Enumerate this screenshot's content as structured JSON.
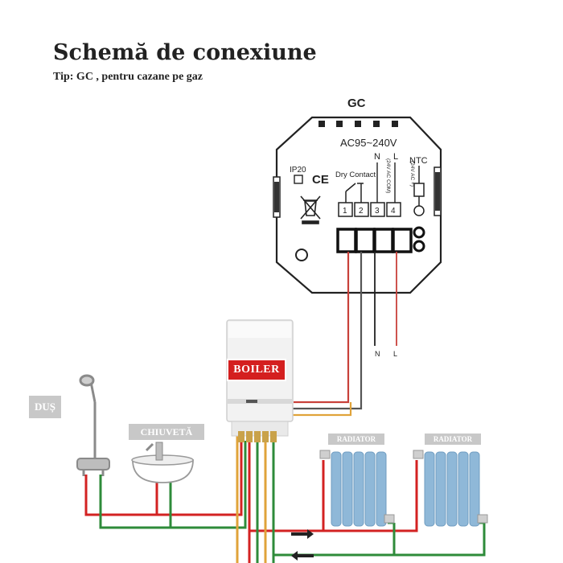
{
  "header": {
    "title": "Schemă de conexiune",
    "subtitle": "Tip: GC , pentru cazane pe gaz"
  },
  "thermostat": {
    "model_label": "GC",
    "voltage": "AC95~240V",
    "ip_rating": "IP20",
    "ce_mark": "CE",
    "dry_contact": "Dry Contact",
    "n_label": "N",
    "l_label": "L",
    "ntc_label": "NTC",
    "com_label": "(24V AC COM)",
    "plus_label": "(24V AC +)",
    "terminals": [
      "1",
      "2",
      "3",
      "4"
    ]
  },
  "wires": {
    "n_label": "N",
    "l_label": "L"
  },
  "components": {
    "boiler": "BOILER",
    "shower": "DUȘ",
    "sink": "CHIUVETĂ",
    "radiator_1": "RADIATOR",
    "radiator_2": "RADIATOR"
  },
  "colors": {
    "hot_pipe": "#d32222",
    "cold_pipe": "#2e8b3a",
    "yellow_pipe": "#e0a33a",
    "radiator": "#8fb8d8",
    "boiler_badge": "#d41f1f"
  }
}
